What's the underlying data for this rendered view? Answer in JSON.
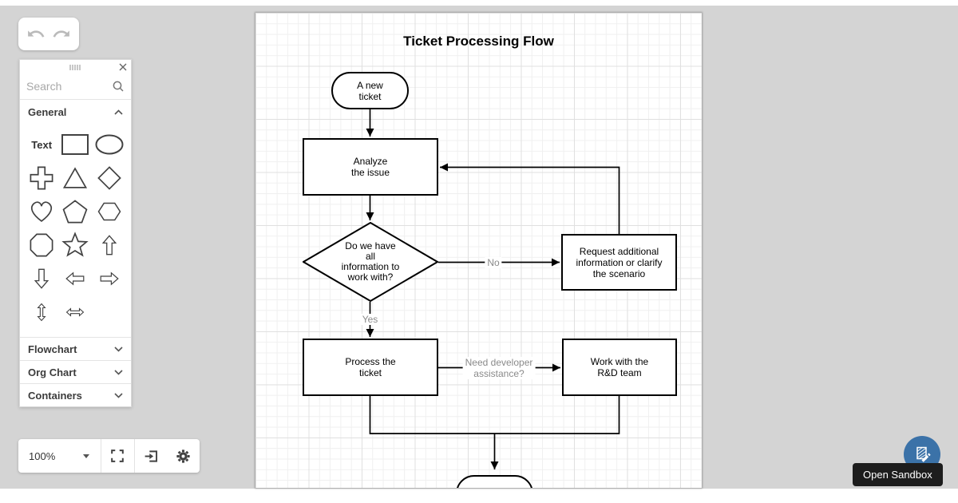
{
  "window": {
    "stage_bg": "#d4d4d4",
    "paper_bg": "#ffffff"
  },
  "undo_toolbar": {
    "undo": "undo",
    "redo": "redo"
  },
  "palette": {
    "search_placeholder": "Search",
    "text_shape_label": "Text",
    "sections": [
      {
        "label": "General",
        "state": "expanded"
      },
      {
        "label": "Flowchart",
        "state": "collapsed"
      },
      {
        "label": "Org Chart",
        "state": "collapsed"
      },
      {
        "label": "Containers",
        "state": "collapsed"
      }
    ],
    "shapes": [
      "text",
      "rectangle",
      "ellipse",
      "cross",
      "triangle",
      "diamond",
      "heart",
      "pentagon",
      "hexagon",
      "octagon",
      "star",
      "arrow-up",
      "arrow-down",
      "arrow-left",
      "arrow-right",
      "arrow-up-down",
      "arrow-left-right"
    ]
  },
  "diagram": {
    "title": "Ticket Processing Flow",
    "nodes": {
      "start": "A new\nticket",
      "analyze": "Analyze\nthe issue",
      "decision": "Do we have\nall\ninformation to\nwork with?",
      "request": "Request additional\ninformation or clarify\nthe scenario",
      "process": "Process the\nticket",
      "rnd": "Work with the\nR&D team"
    },
    "edge_labels": {
      "no": "No",
      "yes": "Yes",
      "assist": "Need developer\nassistance?"
    }
  },
  "zoom_toolbar": {
    "zoom_level": "100%"
  },
  "sandbox_button": {
    "tooltip": "Open Sandbox",
    "color": "#3b72a8"
  }
}
